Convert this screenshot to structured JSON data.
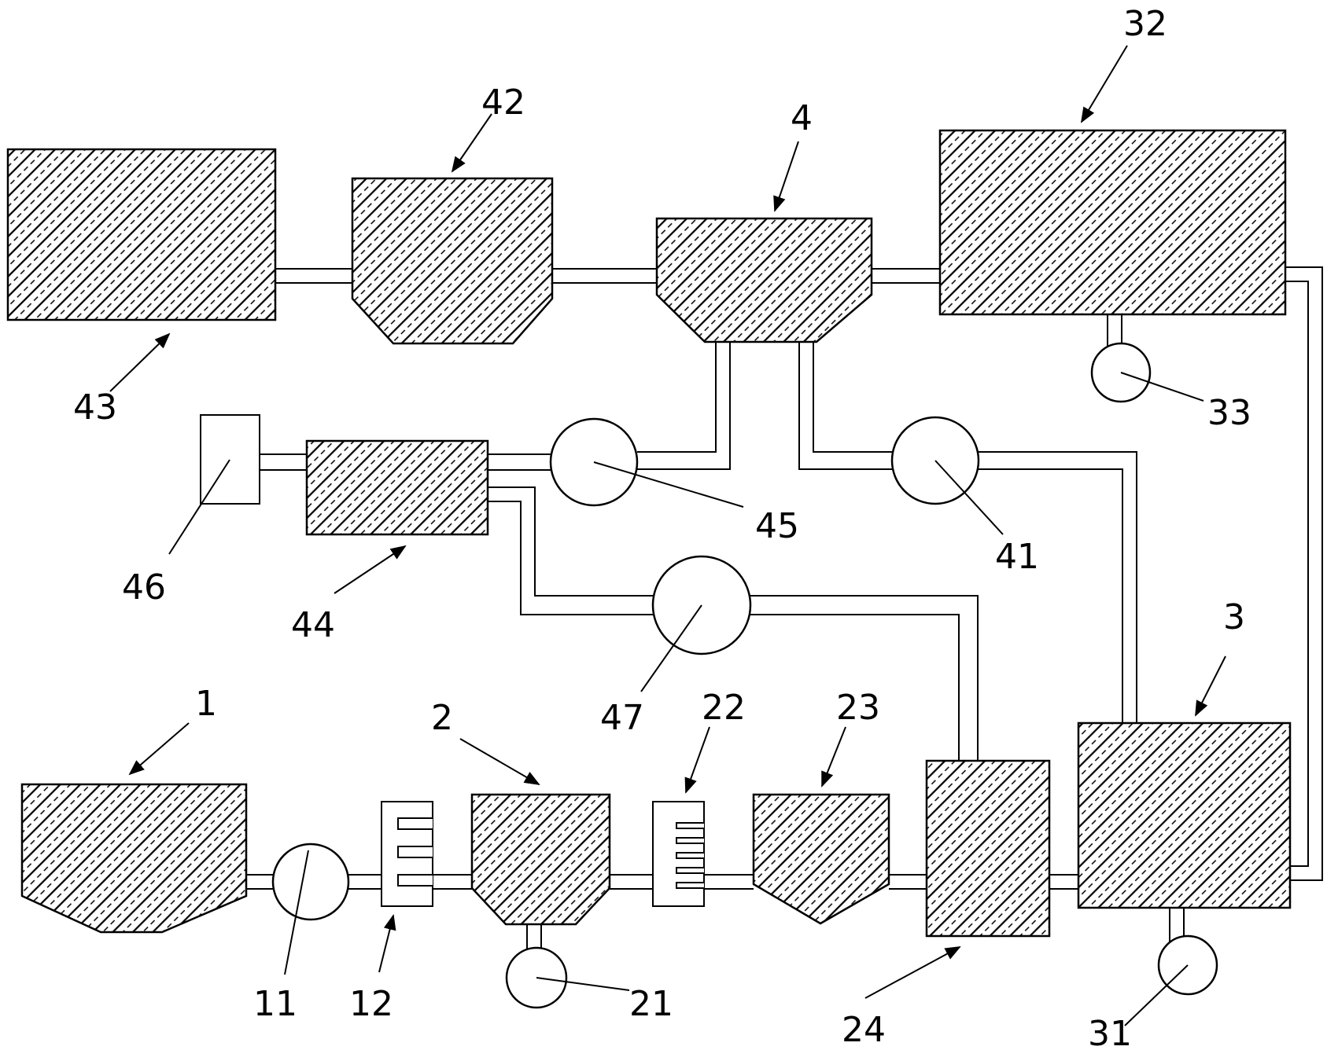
{
  "labels": {
    "l1": "1",
    "l2": "2",
    "l3": "3",
    "l4": "4",
    "l11": "11",
    "l12": "12",
    "l21": "21",
    "l22": "22",
    "l23": "23",
    "l24": "24",
    "l31": "31",
    "l32": "32",
    "l33": "33",
    "l41": "41",
    "l42": "42",
    "l43": "43",
    "l44": "44",
    "l45": "45",
    "l46": "46",
    "l47": "47"
  },
  "colors": {
    "line": "#000000",
    "background": "#ffffff",
    "hatch": "#000000"
  }
}
